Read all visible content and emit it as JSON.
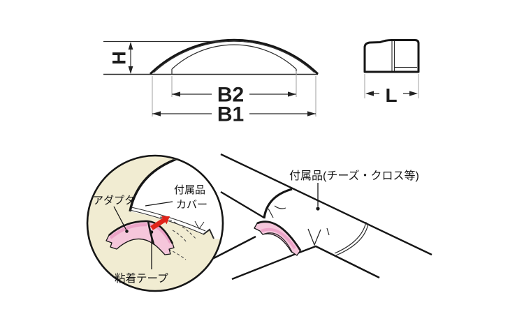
{
  "figure": {
    "cross_section": {
      "h": "H",
      "b2": "B2",
      "b1": "B1"
    },
    "end_view": {
      "l": "L"
    },
    "detail": {
      "adapter": "アダプタ",
      "cover_line1": "付属品",
      "cover_line2": "カバー",
      "tape": "粘着テープ"
    },
    "scene": {
      "accessory": "付属品(チーズ・クロス等)"
    }
  },
  "colors": {
    "outline": "#161616",
    "cream": "#f1ecd2",
    "pink": "#f5c6db",
    "pink_dark": "#eca4c8",
    "red_arrow": "#e0241a",
    "extension_line": "#a8a8a8"
  }
}
